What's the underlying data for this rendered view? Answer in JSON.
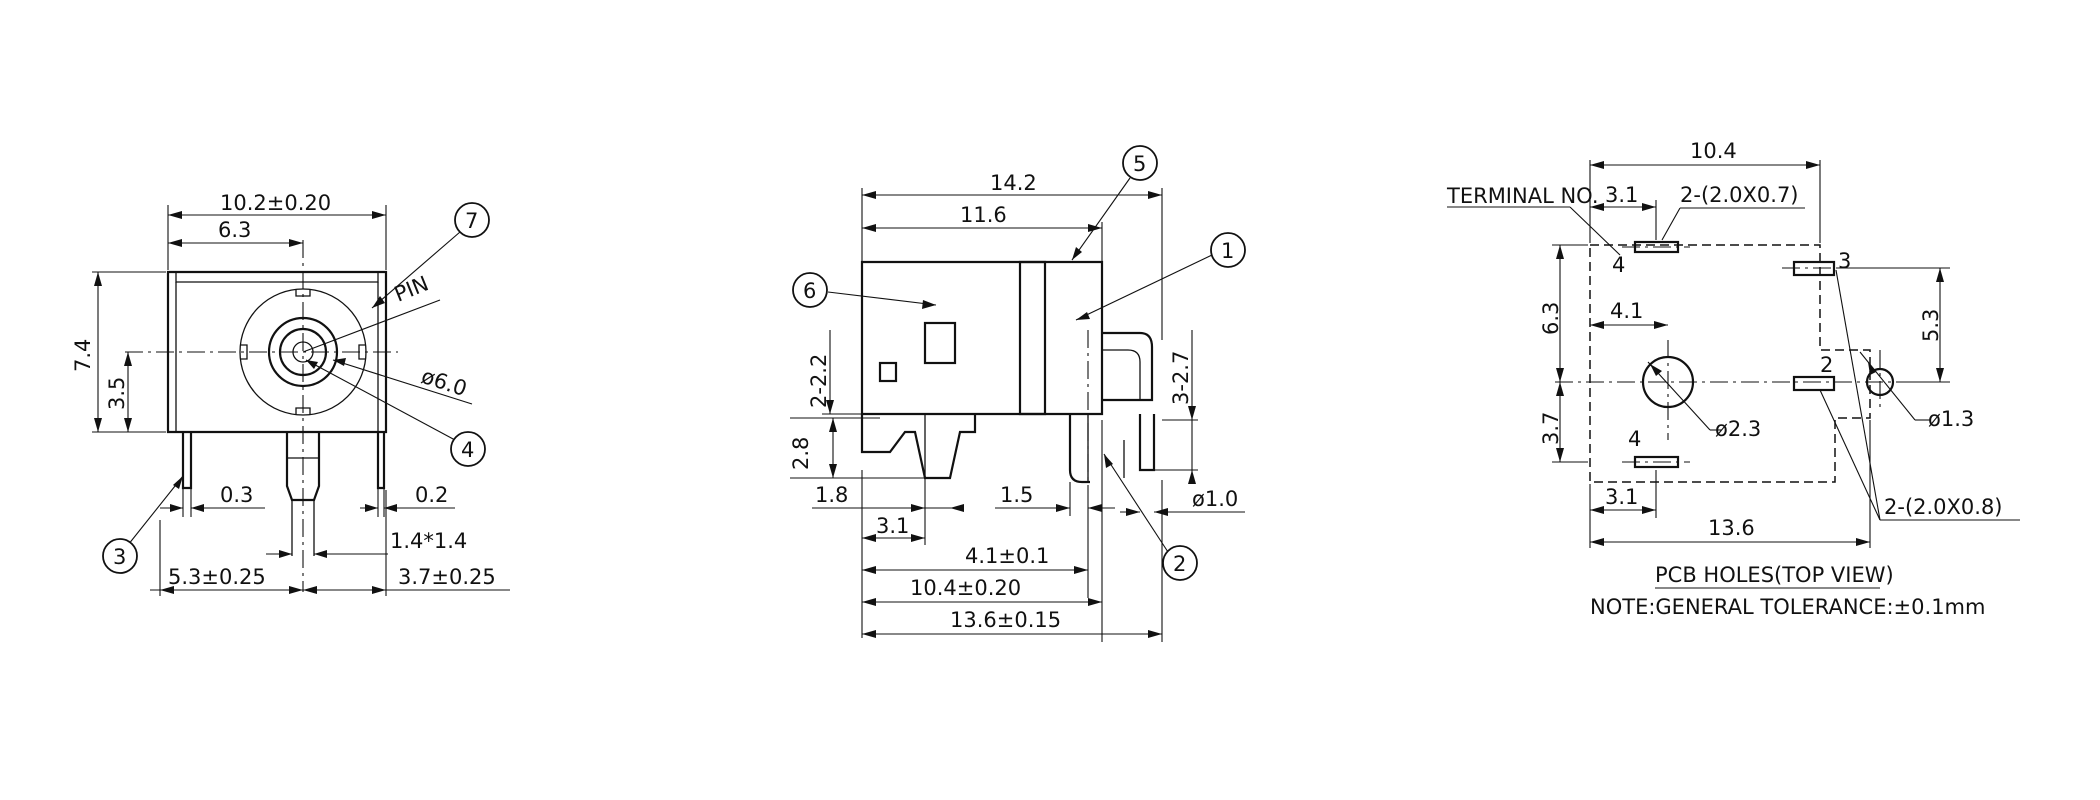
{
  "front_view": {
    "dim_width": "10.2±0.20",
    "dim_6_3": "6.3",
    "dim_height": "7.4",
    "dim_3_5": "3.5",
    "label_pin": "PIN",
    "dim_diameter": "ø6.0",
    "dim_0_3": "0.3",
    "dim_0_2": "0.2",
    "dim_pin_size": "1.4*1.4",
    "dim_5_3": "5.3±0.25",
    "dim_3_7": "3.7±0.25",
    "balloon_7": "7",
    "balloon_4": "4",
    "balloon_3": "3"
  },
  "side_view": {
    "dim_14_2": "14.2",
    "dim_11_6": "11.6",
    "dim_2_2": "2-2.2",
    "dim_2_8": "2.8",
    "dim_1_8": "1.8",
    "dim_3_1": "3.1",
    "dim_1_5": "1.5",
    "dim_dia_1_0": "ø1.0",
    "dim_3_2_7": "3-2.7",
    "dim_4_1": "4.1±0.1",
    "dim_10_4": "10.4±0.20",
    "dim_13_6": "13.6±0.15",
    "balloon_5": "5",
    "balloon_6": "6",
    "balloon_1": "1",
    "balloon_2": "2"
  },
  "pcb_view": {
    "dim_10_4": "10.4",
    "label_terminal_no": "TERMINAL NO.",
    "dim_3_1_top": "3.1",
    "slot_top": "2-(2.0X0.7)",
    "terminal_4_top": "4",
    "terminal_3": "3",
    "dim_6_3": "6.3",
    "dim_4_1": "4.1",
    "dim_5_3": "5.3",
    "terminal_2": "2",
    "dim_3_7": "3.7",
    "dim_dia_2_3": "ø2.3",
    "dim_dia_1_3": "ø1.3",
    "terminal_4_bottom": "4",
    "dim_3_1_bottom": "3.1",
    "slot_bottom": "2-(2.0X0.8)",
    "dim_13_6": "13.6",
    "title": "PCB HOLES(TOP VIEW)",
    "note": "NOTE:GENERAL TOLERANCE:±0.1mm"
  }
}
